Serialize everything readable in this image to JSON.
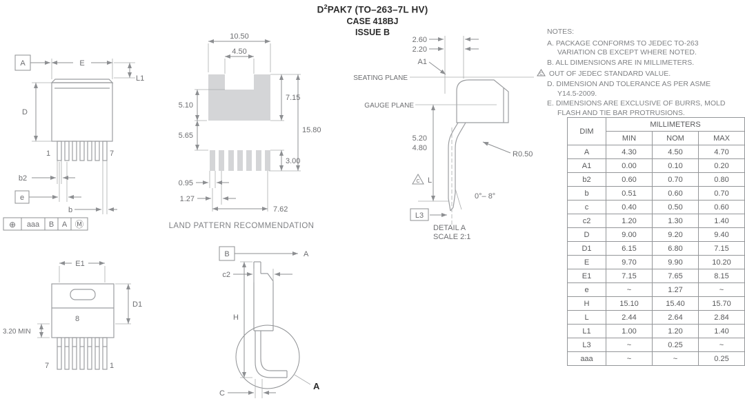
{
  "title": {
    "prefix": "D",
    "sup": "2",
    "rest": "PAK7 (TO–263–7L HV)",
    "case_line": "CASE 418BJ",
    "issue_line": "ISSUE B"
  },
  "notes": {
    "heading": "NOTES:",
    "a_label": "A.",
    "a_text": "PACKAGE CONFORMS TO JEDEC TO-263 VARIATION CB EXCEPT WHERE NOTED.",
    "b_label": "B.",
    "b_text": "ALL DIMENSIONS ARE IN MILLIMETERS.",
    "c_letter": "C",
    "c_text": "OUT OF JEDEC STANDARD VALUE.",
    "d_label": "D.",
    "d_text": "DIMENSION AND TOLERANCE AS PER ASME Y14.5-2009.",
    "e_label": "E.",
    "e_text": "DIMENSIONS ARE EXCLUSIVE OF BURRS, MOLD FLASH AND TIE BAR PROTRUSIONS."
  },
  "table": {
    "dim_header": "DIM",
    "unit_header": "MILLIMETERS",
    "min": "MIN",
    "nom": "NOM",
    "max": "MAX",
    "rows": [
      {
        "dim": "A",
        "min": "4.30",
        "nom": "4.50",
        "max": "4.70"
      },
      {
        "dim": "A1",
        "min": "0.00",
        "nom": "0.10",
        "max": "0.20"
      },
      {
        "dim": "b2",
        "min": "0.60",
        "nom": "0.70",
        "max": "0.80"
      },
      {
        "dim": "b",
        "min": "0.51",
        "nom": "0.60",
        "max": "0.70"
      },
      {
        "dim": "c",
        "min": "0.40",
        "nom": "0.50",
        "max": "0.60"
      },
      {
        "dim": "c2",
        "min": "1.20",
        "nom": "1.30",
        "max": "1.40"
      },
      {
        "dim": "D",
        "min": "9.00",
        "nom": "9.20",
        "max": "9.40"
      },
      {
        "dim": "D1",
        "min": "6.15",
        "nom": "6.80",
        "max": "7.15"
      },
      {
        "dim": "E",
        "min": "9.70",
        "nom": "9.90",
        "max": "10.20"
      },
      {
        "dim": "E1",
        "min": "7.15",
        "nom": "7.65",
        "max": "8.15"
      },
      {
        "dim": "e",
        "min": "~",
        "nom": "1.27",
        "max": "~"
      },
      {
        "dim": "H",
        "min": "15.10",
        "nom": "15.40",
        "max": "15.70"
      },
      {
        "dim": "L",
        "min": "2.44",
        "nom": "2.64",
        "max": "2.84"
      },
      {
        "dim": "L1",
        "min": "1.00",
        "nom": "1.20",
        "max": "1.40"
      },
      {
        "dim": "L3",
        "min": "~",
        "nom": "0.25",
        "max": "~"
      },
      {
        "dim": "aaa",
        "min": "~",
        "nom": "~",
        "max": "0.25"
      }
    ]
  },
  "front_view": {
    "datum_a": "A",
    "dim_e": "E",
    "dim_l1": "L1",
    "dim_d": "D",
    "pin_1": "1",
    "pin_7": "7",
    "dim_b2": "b2",
    "datum_e": "e",
    "dim_b": "b",
    "fcf_sym": "⊕",
    "fcf_tol": "aaa",
    "fcf_d1": "B",
    "fcf_d2": "A",
    "fcf_mod": "Ⓜ"
  },
  "land_pattern": {
    "w_overall": "10.50",
    "w_notch": "4.50",
    "h_lower": "5.10",
    "h_pad": "7.15",
    "gap": "5.65",
    "h_overall": "15.80",
    "h_pin": "3.00",
    "pin_w": "0.95",
    "pitch": "1.27",
    "span": "7.62",
    "caption": "LAND PATTERN RECOMMENDATION"
  },
  "detail_view": {
    "d_260": "2.60",
    "d_220": "2.20",
    "a1": "A1",
    "seating": "SEATING PLANE",
    "gauge": "GAUGE PLANE",
    "d_520": "5.20",
    "d_480": "4.80",
    "r050": "R0.50",
    "flag_c": "C",
    "dim_l": "L",
    "angle": "0°– 8°",
    "l3": "L3",
    "caption1": "DETAIL A",
    "caption2": "SCALE 2:1"
  },
  "back_view": {
    "e1": "E1",
    "pin_8": "8",
    "d1": "D1",
    "min320": "3.20 MIN",
    "pin_7": "7",
    "pin_1": "1"
  },
  "side_view": {
    "datum_b": "B",
    "view_a": "A",
    "c2": "c2",
    "h": "H",
    "c": "C",
    "detail_a": "A"
  },
  "colors": {
    "outline": "#9b9da0",
    "dim_text": "#6d6e71",
    "title_text": "#2b2b2b",
    "pad_fill": "#d4d5d7"
  }
}
